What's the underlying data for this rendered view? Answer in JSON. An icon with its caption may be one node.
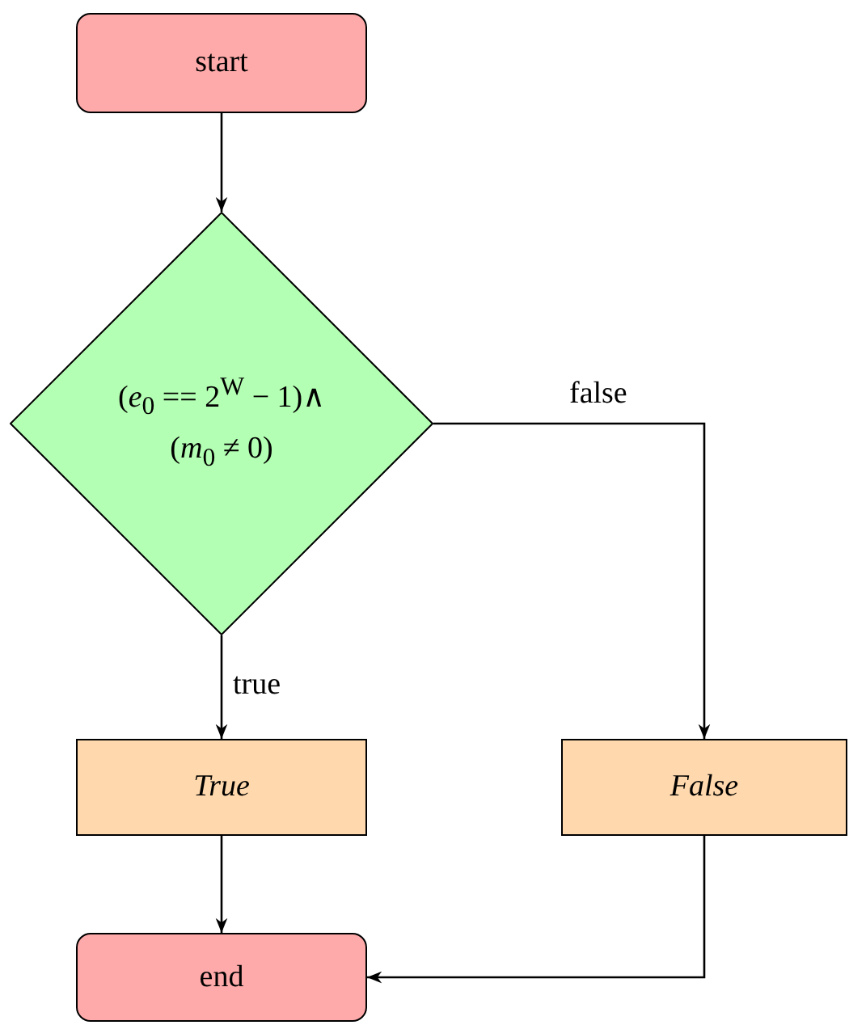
{
  "diagram": {
    "nodes": [
      {
        "text": [
          "start"
        ]
      },
      {
        "text": [
          "(*e*$_{0}$ == 2$^{W}$ − 1)∧ (*m*$_{0}$ ≠ 0)"
        ]
      },
      {
        "text": [
          "True"
        ]
      },
      {
        "text": [
          "False"
        ]
      },
      {
        "text": [
          "end"
        ]
      }
    ],
    "edges": [
      {
        "from": 0,
        "to": 1,
        "arrow": "to"
      },
      {
        "from": 1,
        "to": 2,
        "arrow": "to",
        "label": "true"
      },
      {
        "from": 1,
        "to": 3,
        "arrow": "to",
        "label": "false"
      },
      {
        "from": 2,
        "to": 4,
        "arrow": "to"
      },
      {
        "from": 3,
        "to": 4,
        "arrow": "to"
      }
    ]
  }
}
